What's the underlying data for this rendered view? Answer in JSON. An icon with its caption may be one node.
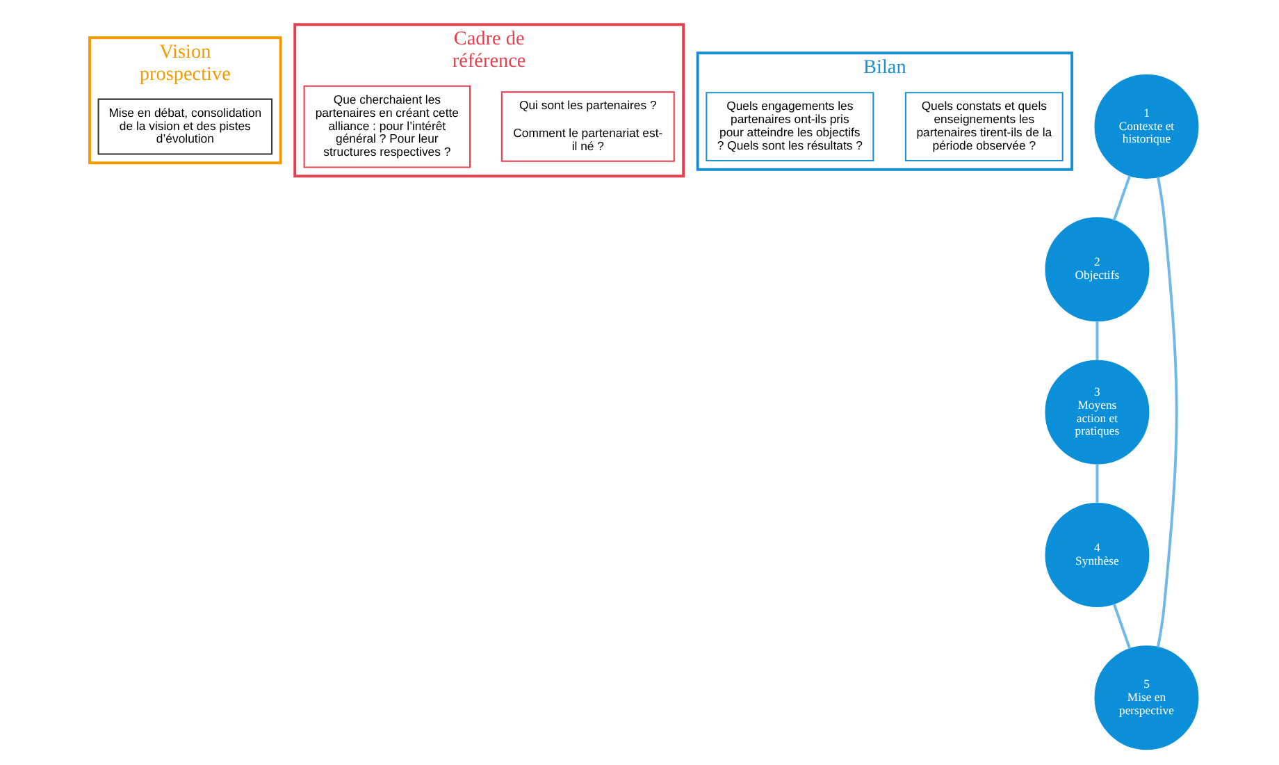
{
  "diagram": {
    "nodes": [
      {
        "text": [
          "Vision prospective"
        ]
      },
      {
        "text": [
          "Mise en débat, consolidation de la vision et des pistes d’évolution"
        ],
        "in": 0
      },
      {
        "text": [
          "Cadre de référence"
        ]
      },
      {
        "text": [
          "Qui sont les partenaires ?",
          "Comment le partenariat est-il né ?"
        ],
        "in": 2
      },
      {
        "text": [
          "Que cherchaient les partenaires en créant cette alliance : pour l’intérêt général ? Pour leur structures respectives ?"
        ],
        "in": 2
      },
      {
        "text": [
          "Bilan"
        ]
      },
      {
        "text": [
          "Quels constats et quels enseignements les partenaires tirent-ils de la période observée ?"
        ],
        "in": 5
      },
      {
        "text": [
          "Quels engagements les partenaires ont-ils pris pour atteindre les objectifs ? Quels sont les résultats ?"
        ],
        "in": 5
      },
      {
        "text": [
          "1",
          "Contexte et historique"
        ]
      },
      {
        "text": [
          "2",
          "Objectifs"
        ]
      },
      {
        "text": [
          "3",
          "Moyens action et pratiques"
        ]
      },
      {
        "text": [
          "4",
          "Synthèse"
        ]
      },
      {
        "text": [
          "5",
          "Mise en perspective"
        ]
      }
    ],
    "edges": [
      {
        "from": 8,
        "to": 9,
        "arrow": "none"
      },
      {
        "from": 9,
        "to": 10,
        "arrow": "none"
      },
      {
        "from": 10,
        "to": 11,
        "arrow": "none"
      },
      {
        "from": 11,
        "to": 12,
        "arrow": "none"
      },
      {
        "from": 12,
        "to": 8,
        "arrow": "none"
      }
    ]
  }
}
